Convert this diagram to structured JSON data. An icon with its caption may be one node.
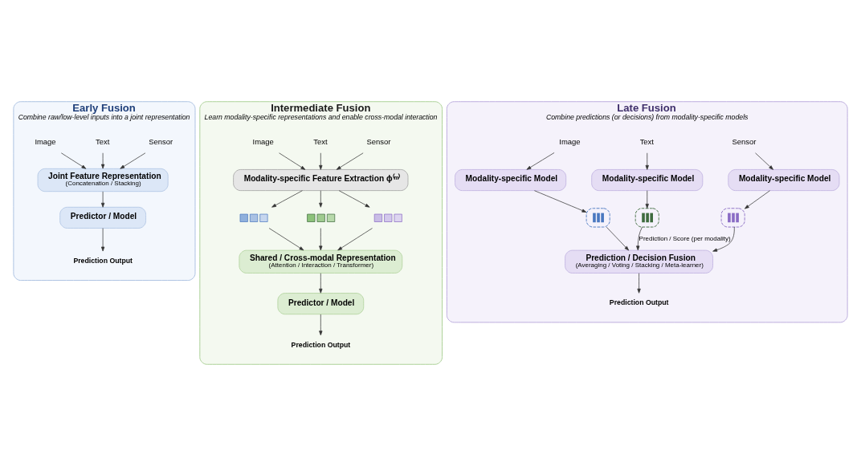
{
  "diagram": {
    "nodes": [
      {
        "text": [
          "Early Fusion",
          "Combine raw/low-level inputs into a joint representation"
        ]
      },
      {
        "text": [
          "Image"
        ],
        "in": 0
      },
      {
        "text": [
          "Text"
        ],
        "in": 0
      },
      {
        "text": [
          "Sensor"
        ],
        "in": 0
      },
      {
        "text": [
          "Joint Feature Representation",
          "(Concatenation / Stacking)"
        ],
        "in": 0
      },
      {
        "text": [
          "Predictor / Model"
        ],
        "in": 0
      },
      {
        "text": [
          "Prediction Output"
        ],
        "in": 0
      },
      {
        "text": [
          "Intermediate Fusion",
          "Learn modality-specific representations and enable cross-modal interaction"
        ]
      },
      {
        "text": [
          "Image"
        ],
        "in": 7
      },
      {
        "text": [
          "Text"
        ],
        "in": 7
      },
      {
        "text": [
          "Sensor"
        ],
        "in": 7
      },
      {
        "text": [
          "Modality-specific Feature Extraction ϕ⁽ᵐ⁾"
        ],
        "in": 7
      },
      {
        "text": [],
        "shape": "box",
        "in": 7
      },
      {
        "text": [],
        "shape": "box",
        "in": 7
      },
      {
        "text": [],
        "shape": "box",
        "in": 7
      },
      {
        "text": [
          "Shared / Cross-modal Representation",
          "(Attention / Interaction / Transformer)"
        ],
        "in": 7
      },
      {
        "text": [
          "Predictor / Model"
        ],
        "in": 7
      },
      {
        "text": [
          "Prediction Output"
        ],
        "in": 7
      },
      {
        "text": [
          "Late Fusion",
          "Combine predictions (or decisions) from modality-specific models"
        ]
      },
      {
        "text": [
          "Image"
        ],
        "in": 18
      },
      {
        "text": [
          "Text"
        ],
        "in": 18
      },
      {
        "text": [
          "Sensor"
        ],
        "in": 18
      },
      {
        "text": [
          "Modality-specific Model"
        ],
        "in": 18
      },
      {
        "text": [
          "Modality-specific Model"
        ],
        "in": 18
      },
      {
        "text": [
          "Modality-specific Model"
        ],
        "in": 18
      },
      {
        "text": [],
        "shape": "box",
        "in": 18
      },
      {
        "text": [],
        "shape": "box",
        "in": 18
      },
      {
        "text": [],
        "shape": "box",
        "in": 18
      },
      {
        "text": [
          "Prediction / Decision Fusion",
          "(Averaging / Voting / Stacking / Meta-learner)"
        ],
        "in": 18
      },
      {
        "text": [
          "Prediction Output"
        ],
        "in": 18
      }
    ],
    "edges": [
      {
        "from": 1,
        "to": 4,
        "arrow": "to"
      },
      {
        "from": 2,
        "to": 4,
        "arrow": "to"
      },
      {
        "from": 3,
        "to": 4,
        "arrow": "to"
      },
      {
        "from": 4,
        "to": 5,
        "arrow": "to"
      },
      {
        "from": 5,
        "to": 6,
        "arrow": "to"
      },
      {
        "from": 8,
        "to": 11,
        "arrow": "to"
      },
      {
        "from": 9,
        "to": 11,
        "arrow": "to"
      },
      {
        "from": 10,
        "to": 11,
        "arrow": "to"
      },
      {
        "from": 11,
        "to": 12,
        "arrow": "to"
      },
      {
        "from": 11,
        "to": 13,
        "arrow": "to"
      },
      {
        "from": 11,
        "to": 14,
        "arrow": "to"
      },
      {
        "from": 12,
        "to": 15,
        "arrow": "to"
      },
      {
        "from": 13,
        "to": 15,
        "arrow": "to"
      },
      {
        "from": 14,
        "to": 15,
        "arrow": "to"
      },
      {
        "from": 15,
        "to": 16,
        "arrow": "to"
      },
      {
        "from": 16,
        "to": 17,
        "arrow": "to"
      },
      {
        "from": 19,
        "to": 22,
        "arrow": "to"
      },
      {
        "from": 20,
        "to": 23,
        "arrow": "to"
      },
      {
        "from": 21,
        "to": 24,
        "arrow": "to"
      },
      {
        "from": 22,
        "to": 25,
        "arrow": "to"
      },
      {
        "from": 23,
        "to": 26,
        "arrow": "to"
      },
      {
        "from": 24,
        "to": 27,
        "arrow": "to"
      },
      {
        "from": 25,
        "to": 28,
        "arrow": "to"
      },
      {
        "from": 26,
        "to": 28,
        "label": "Prediction / Score (per modality)",
        "arrow": "to"
      },
      {
        "from": 27,
        "to": 28,
        "arrow": "to"
      },
      {
        "from": 28,
        "to": 29,
        "arrow": "to"
      }
    ]
  }
}
